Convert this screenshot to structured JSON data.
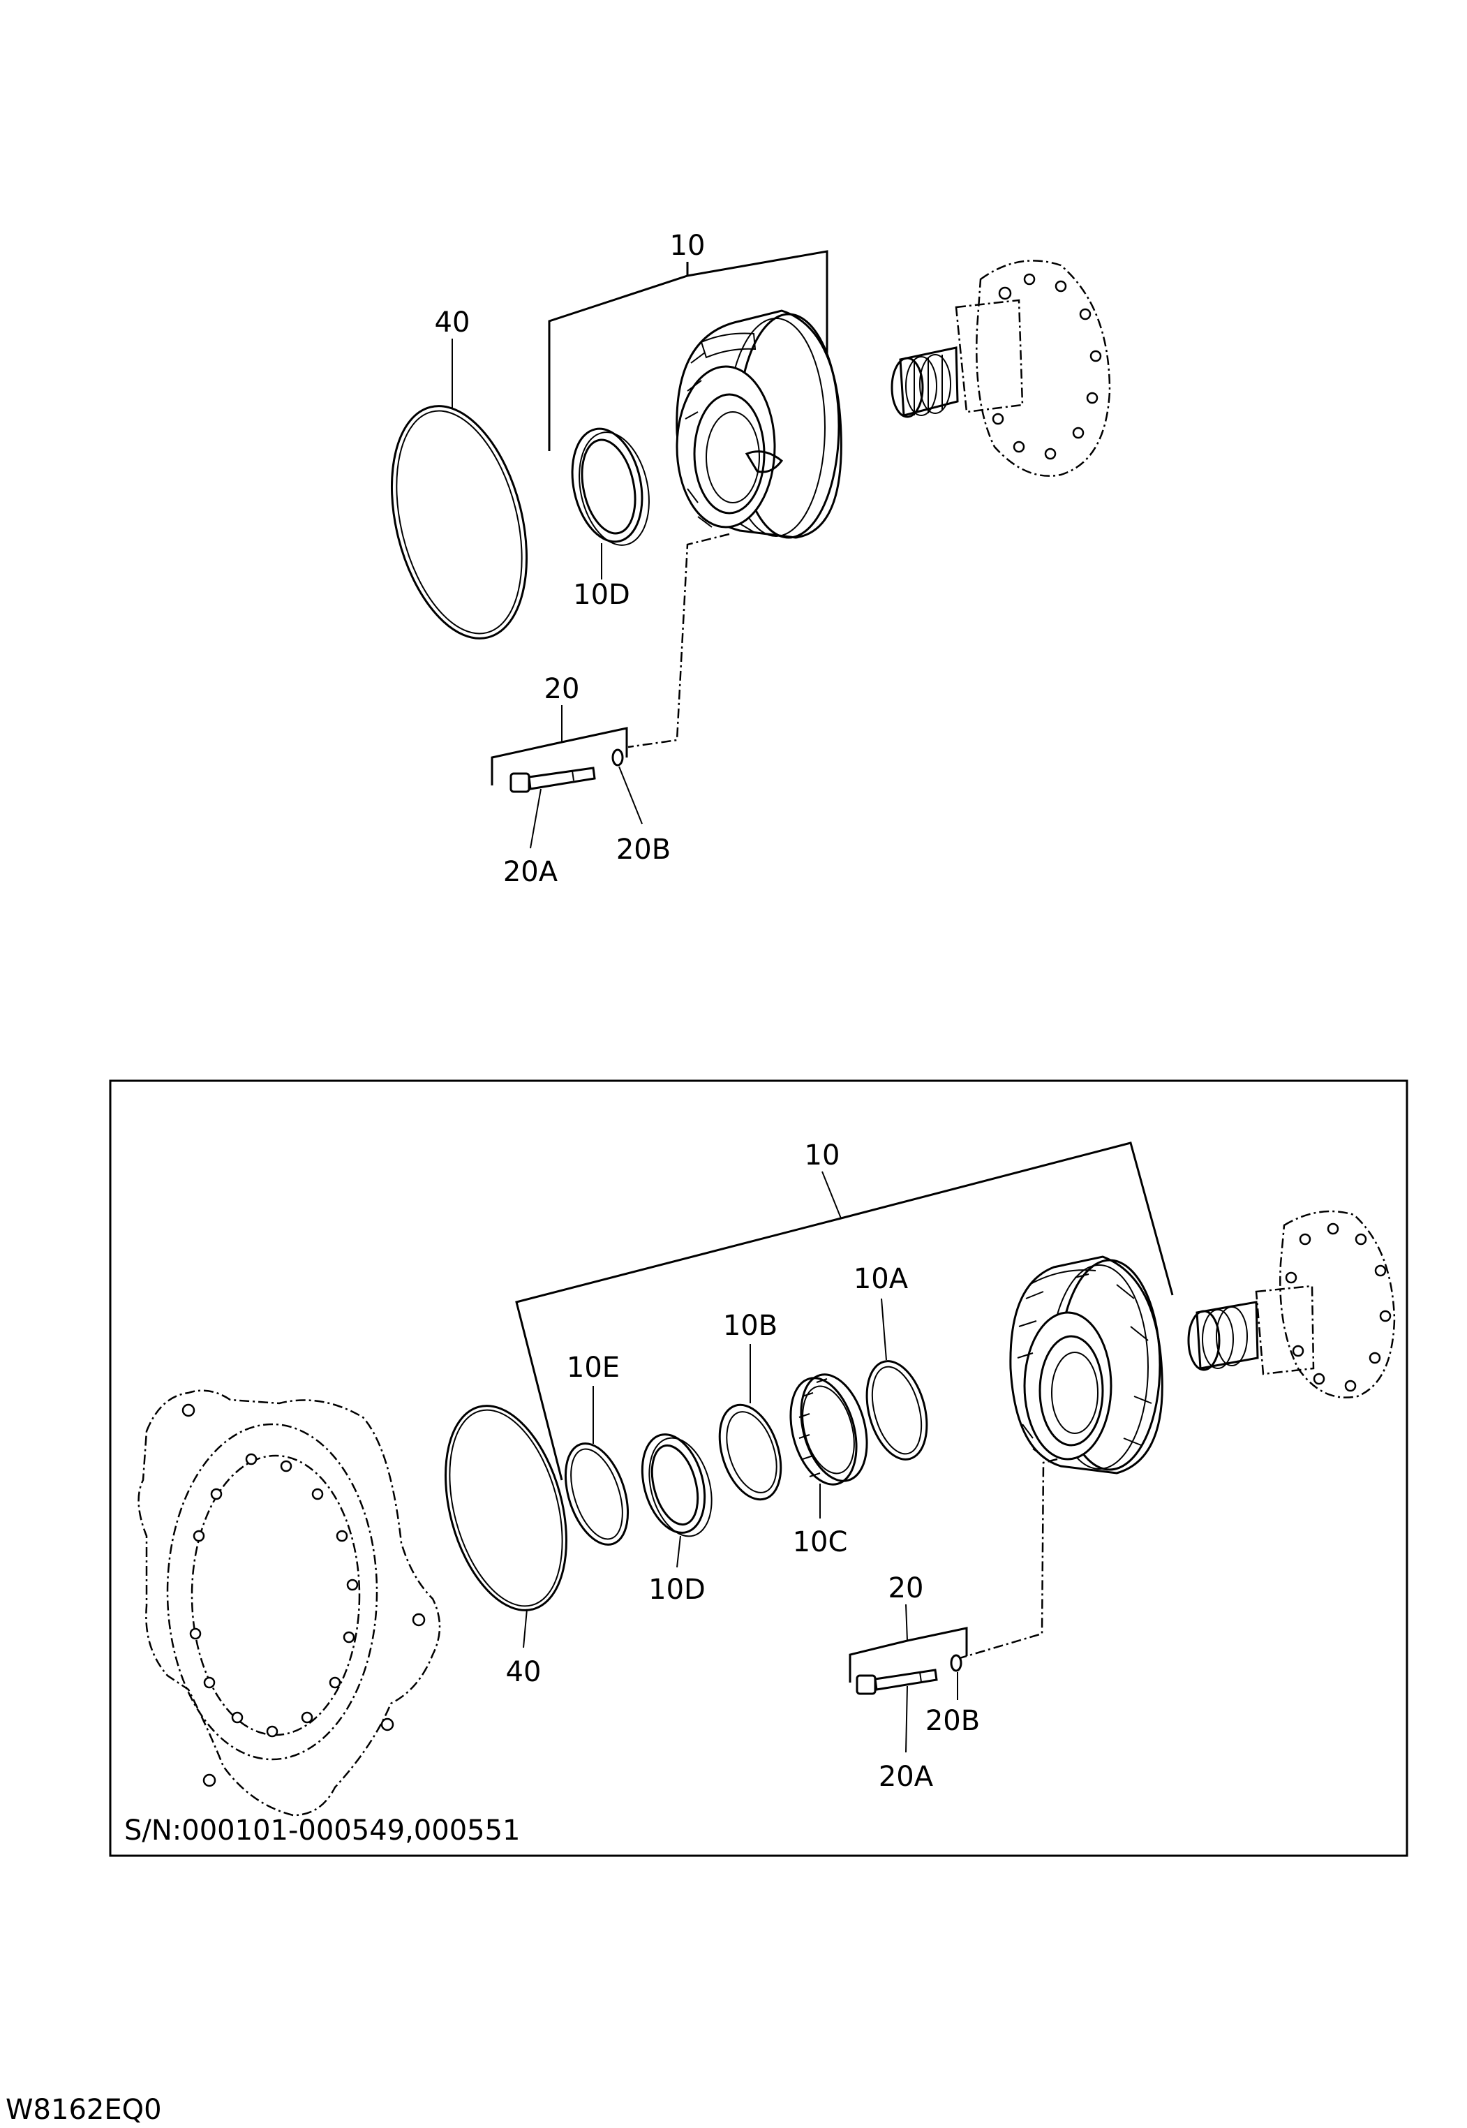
{
  "drawing_code": "W8162EQ0",
  "upper_view": {
    "labels": {
      "p10": "10",
      "p40": "40",
      "p10D": "10D",
      "p20": "20",
      "p20A": "20A",
      "p20B": "20B"
    }
  },
  "lower_view": {
    "labels": {
      "p10": "10",
      "p10A": "10A",
      "p10B": "10B",
      "p10C": "10C",
      "p10D": "10D",
      "p10E": "10E",
      "p20": "20",
      "p20A": "20A",
      "p20B": "20B",
      "p40": "40"
    },
    "serial_note": "S/N:000101-000549,000551"
  }
}
